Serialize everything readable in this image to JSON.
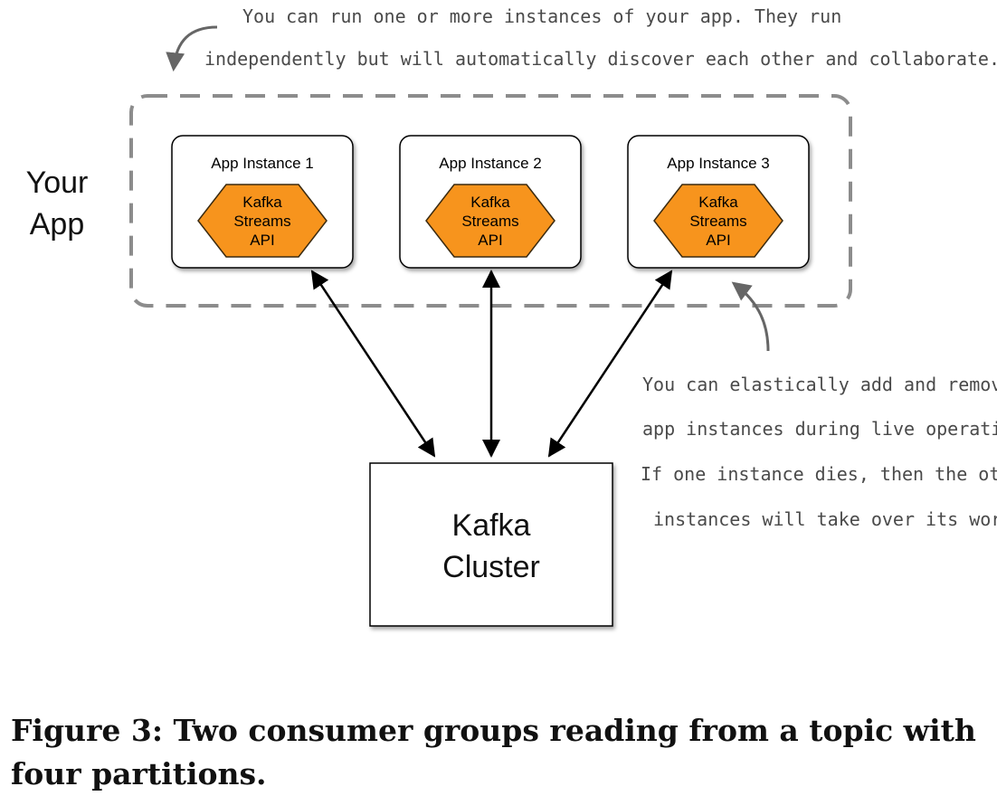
{
  "annotations": {
    "top_line1": "You can run one or more instances of your app.  They run",
    "top_line2": "independently but will automatically discover each other and collaborate.",
    "right_line1": "You can elastically add and remove",
    "right_line2": "app instances during live operations.",
    "right_line3": "If one instance dies, then the other",
    "right_line4": "instances will take over its work."
  },
  "your_app": {
    "line1": "Your",
    "line2": "App"
  },
  "instances": [
    {
      "title": "App Instance 1",
      "api_line1": "Kafka",
      "api_line2": "Streams",
      "api_line3": "API"
    },
    {
      "title": "App Instance 2",
      "api_line1": "Kafka",
      "api_line2": "Streams",
      "api_line3": "API"
    },
    {
      "title": "App Instance 3",
      "api_line1": "Kafka",
      "api_line2": "Streams",
      "api_line3": "API"
    }
  ],
  "cluster": {
    "line1": "Kafka",
    "line2": "Cluster"
  },
  "caption": "Figure 3: Two consumer groups reading from a topic with four partitions.",
  "colors": {
    "api_fill": "#f7941d",
    "api_stroke": "#3a2a10",
    "annotation": "#4a4a4a",
    "dashed_border": "#8c8c8c"
  }
}
